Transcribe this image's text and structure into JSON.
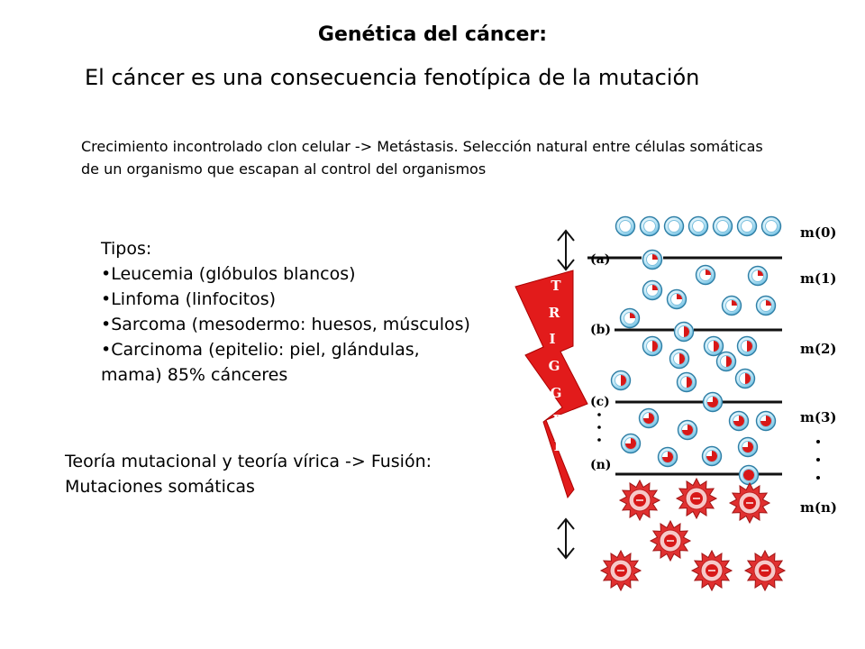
{
  "title": "Genética del cáncer:",
  "subtitle": "El cáncer es una consecuencia fenotípica de la mutación",
  "description": "Crecimiento incontrolado clon celular -> Metástasis. Selección natural entre células somáticas de un organismo que escapan al control del organismos",
  "tipos": {
    "heading": "Tipos:",
    "items": [
      "•Leucemia (glóbulos blancos)",
      "•Linfoma (linfocitos)",
      "•Sarcoma (mesodermo: huesos, músculos)",
      "•Carcinoma (epitelio: piel, glándulas,",
      "mama) 85% cánceres"
    ]
  },
  "theory": {
    "line1": "Teoría mutacional y teoría vírica -> Fusión:",
    "line2": "Mutaciones somáticas"
  },
  "figure": {
    "trigger_letters": [
      "T",
      "R",
      "I",
      "G",
      "G",
      "E",
      "R"
    ],
    "stage_labels": [
      "(a)",
      "(b)",
      "(c)",
      "(n)"
    ],
    "mutation_labels": [
      "m(0)",
      "m(1)",
      "m(2)",
      "m(3)",
      "m(n)"
    ],
    "colors": {
      "bolt": "#e21b1b",
      "cell": "#8fd0ee",
      "mutation": "#d81818",
      "text": "#000000"
    }
  }
}
